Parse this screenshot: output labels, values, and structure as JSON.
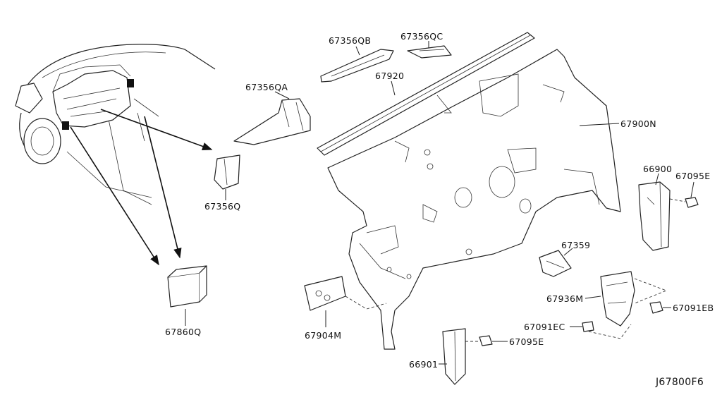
{
  "diagram_id": "J67800F6",
  "part_labels": {
    "p67356QB": "67356QB",
    "p67356QC": "67356QC",
    "p67356QA": "67356QA",
    "p67920": "67920",
    "p67900N": "67900N",
    "p66900": "66900",
    "p67095E_top": "67095E",
    "p67356Q": "67356Q",
    "p67359": "67359",
    "p67936M": "67936M",
    "p67091EB": "67091EB",
    "p67091EC": "67091EC",
    "p67095E_bottom": "67095E",
    "p67904M": "67904M",
    "p66901": "66901",
    "p67860Q": "67860Q"
  }
}
